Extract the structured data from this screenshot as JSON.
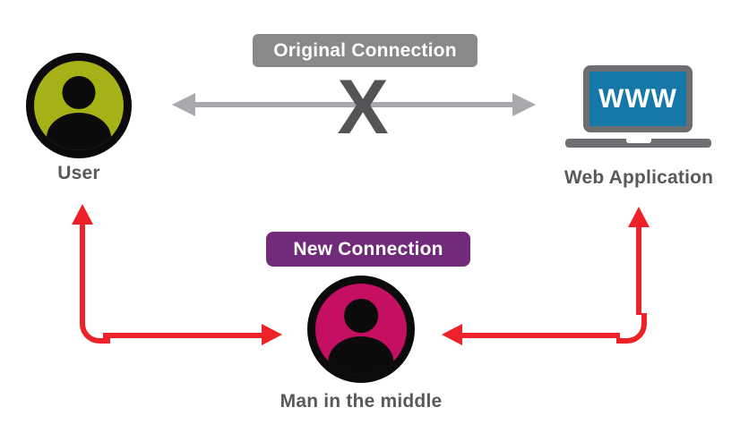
{
  "nodes": {
    "user": {
      "label": "User"
    },
    "web_application": {
      "label": "Web Application",
      "screen_text": "WWW"
    },
    "man_in_the_middle": {
      "label": "Man in the middle"
    }
  },
  "connections": {
    "original": {
      "label": "Original Connection",
      "status_marker": "X",
      "badge_color": "#87898b",
      "arrow_color": "#a7a9ac",
      "blocked": true
    },
    "new": {
      "label": "New Connection",
      "badge_color": "#722a7a",
      "arrow_color": "#ed2228"
    }
  },
  "colors": {
    "user_avatar_fill": "#a5b117",
    "mitm_avatar_fill": "#c50f63",
    "avatar_ring": "#0b0b0b",
    "laptop_screen": "#1578a9",
    "laptop_frame": "#6d6e71",
    "label_text": "#58595b",
    "blocked_x": "#545456",
    "background": "#ffffff"
  }
}
